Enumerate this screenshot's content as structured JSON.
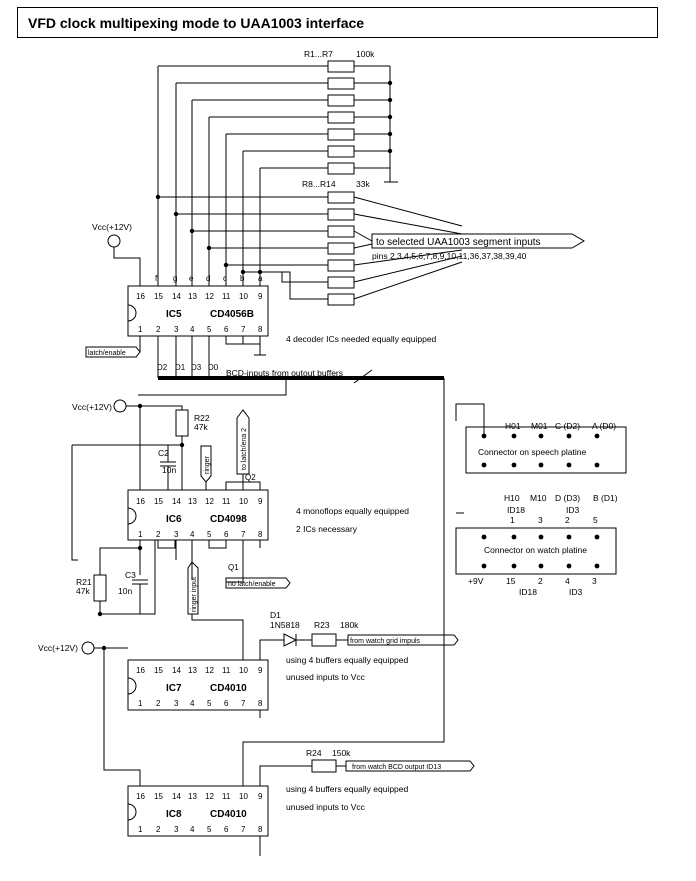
{
  "title": "VFD clock multipexing mode  to UAA1003 interface",
  "resistors": {
    "r1_r7": "R1...R7",
    "r1_r7_value": "100k",
    "r8_r14": "R8...R14",
    "r8_r14_value": "33k",
    "r22": "R22",
    "r22_value": "47k",
    "r21": "R21",
    "r21_value": "47k",
    "r23": "R23",
    "r23_value": "180k",
    "r24": "R24",
    "r24_value": "150k"
  },
  "capacitors": {
    "c2": "C2",
    "c2_value": "10n",
    "c3": "C3",
    "c3_value": "10n"
  },
  "diode": {
    "name": "D1",
    "part": "1N5818"
  },
  "supply": {
    "vcc1": "Vcc(+12V)",
    "vcc2": "Vcc(+12V)",
    "vcc3": "Vcc(+12V)"
  },
  "segment_target": {
    "label": "to selected UAA1003 segment inputs",
    "pins": "pins 2,3,4,5,6,7,8,9,10,11,36,37,38,39,40"
  },
  "ic5": {
    "name": "IC5",
    "part": "CD4056B",
    "note": "4 decoder ICs needed equally equipped",
    "top_pins": [
      "16",
      "15",
      "14",
      "13",
      "12",
      "11",
      "10",
      "9"
    ],
    "bottom_pins": [
      "1",
      "2",
      "3",
      "4",
      "5",
      "6",
      "7",
      "8"
    ],
    "segments": [
      "f",
      "g",
      "e",
      "d",
      "c",
      "b",
      "a"
    ],
    "bcd": [
      "D2",
      "D1",
      "D3",
      "D0"
    ],
    "latch": "latch/enable"
  },
  "bus_label": "BCD-inputs from outout buffers",
  "ic6": {
    "name": "IC6",
    "part": "CD4098",
    "note1": "4 monoflops equally equipped",
    "note2": "2 ICs necessary",
    "top_pins": [
      "16",
      "15",
      "14",
      "13",
      "12",
      "11",
      "10",
      "9"
    ],
    "bottom_pins": [
      "1",
      "2",
      "3",
      "4",
      "5",
      "6",
      "7",
      "8"
    ],
    "q2": "Q2",
    "q1": "Q1",
    "tag_latch2": "to latch/ena 2",
    "tag_ringer": "ringer",
    "tag_no_latch": "no latch/enable",
    "tag_ringer_input": "ringer input"
  },
  "ic7": {
    "name": "IC7",
    "part": "CD4010",
    "note1": "using 4  buffers equally equipped",
    "note2": "unused inputs to Vcc",
    "top_pins": [
      "16",
      "15",
      "14",
      "13",
      "12",
      "11",
      "10",
      "9"
    ],
    "bottom_pins": [
      "1",
      "2",
      "3",
      "4",
      "5",
      "6",
      "7",
      "8"
    ],
    "tag_input": "from watch grid impuls"
  },
  "ic8": {
    "name": "IC8",
    "part": "CD4010",
    "note1": "using 4 buffers equally equipped",
    "note2": "unused inputs to Vcc",
    "top_pins": [
      "16",
      "15",
      "14",
      "13",
      "12",
      "11",
      "10",
      "9"
    ],
    "bottom_pins": [
      "1",
      "2",
      "3",
      "4",
      "5",
      "6",
      "7",
      "8"
    ],
    "tag_input": "from watch BCD output ID13"
  },
  "speech_connector": {
    "label": "Connector on speech platine",
    "pins": [
      "H01",
      "M01",
      "C (D2)",
      "A (D0)"
    ]
  },
  "watch_connector": {
    "label": "Connector on watch platine",
    "top_labels": [
      "H10",
      "M10",
      "D (D3)",
      "B (D1)"
    ],
    "id18_top": "ID18",
    "id3_top": "ID3",
    "top_numbers": [
      "1",
      "3",
      "2",
      "5"
    ],
    "bottom_labels": [
      "+9V",
      "15",
      "2",
      "4",
      "3"
    ],
    "id18_bottom": "ID18",
    "id3_bottom": "ID3"
  }
}
